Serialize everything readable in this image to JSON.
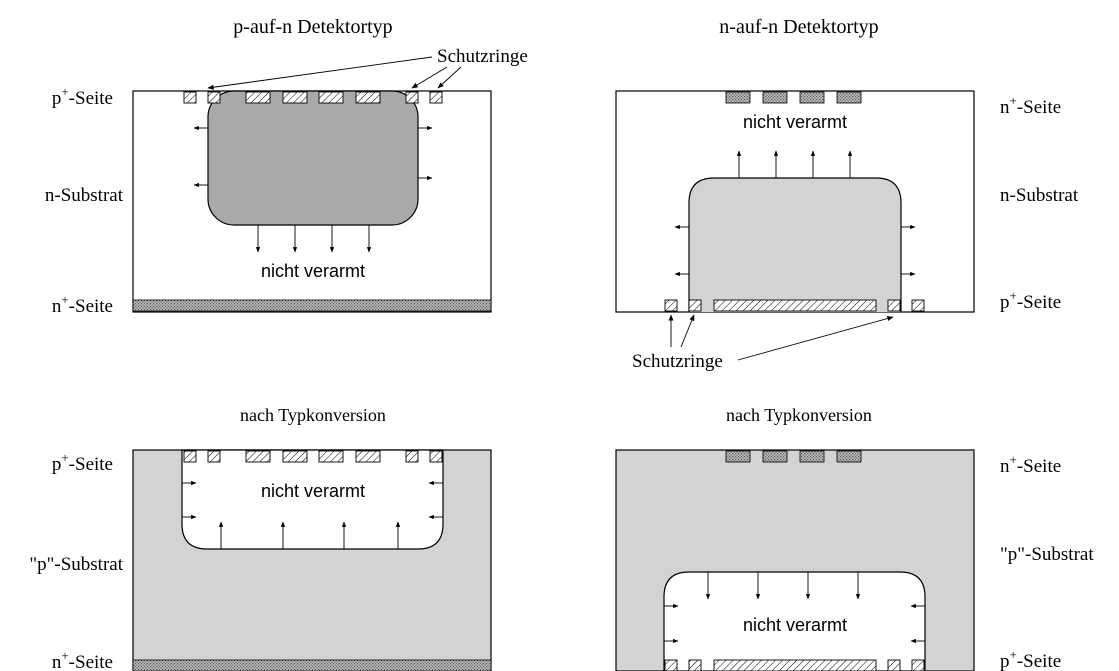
{
  "colors": {
    "depleted_dark": "#a9a9a9",
    "depleted_light": "#d3d3d3",
    "substrate_converted": "#d3d3d3",
    "background": "#ffffff"
  },
  "panels": {
    "top_left": {
      "title": "p-auf-n Detektortyp",
      "top_side": {
        "base": "p",
        "sup": "+",
        "rest": "-Seite"
      },
      "substrate": "n-Substrat",
      "bottom_side": {
        "base": "n",
        "sup": "+",
        "rest": "-Seite"
      },
      "region_label": "nicht verarmt",
      "guard_rings_label": "Schutzringe"
    },
    "top_right": {
      "title": "n-auf-n Detektortyp",
      "top_side": {
        "base": "n",
        "sup": "+",
        "rest": "-Seite"
      },
      "substrate": "n-Substrat",
      "bottom_side": {
        "base": "p",
        "sup": "+",
        "rest": "-Seite"
      },
      "region_label": "nicht verarmt",
      "guard_rings_label": "Schutzringe"
    },
    "bottom_left": {
      "title": "nach Typkonversion",
      "top_side": {
        "base": "p",
        "sup": "+",
        "rest": "-Seite"
      },
      "substrate": "\"p\"-Substrat",
      "bottom_side": {
        "base": "n",
        "sup": "+",
        "rest": "-Seite"
      },
      "region_label": "nicht verarmt"
    },
    "bottom_right": {
      "title": "nach Typkonversion",
      "top_side": {
        "base": "n",
        "sup": "+",
        "rest": "-Seite"
      },
      "substrate": "\"p\"-Substrat",
      "bottom_side": {
        "base": "p",
        "sup": "+",
        "rest": "-Seite"
      },
      "region_label": "nicht verarmt"
    }
  }
}
